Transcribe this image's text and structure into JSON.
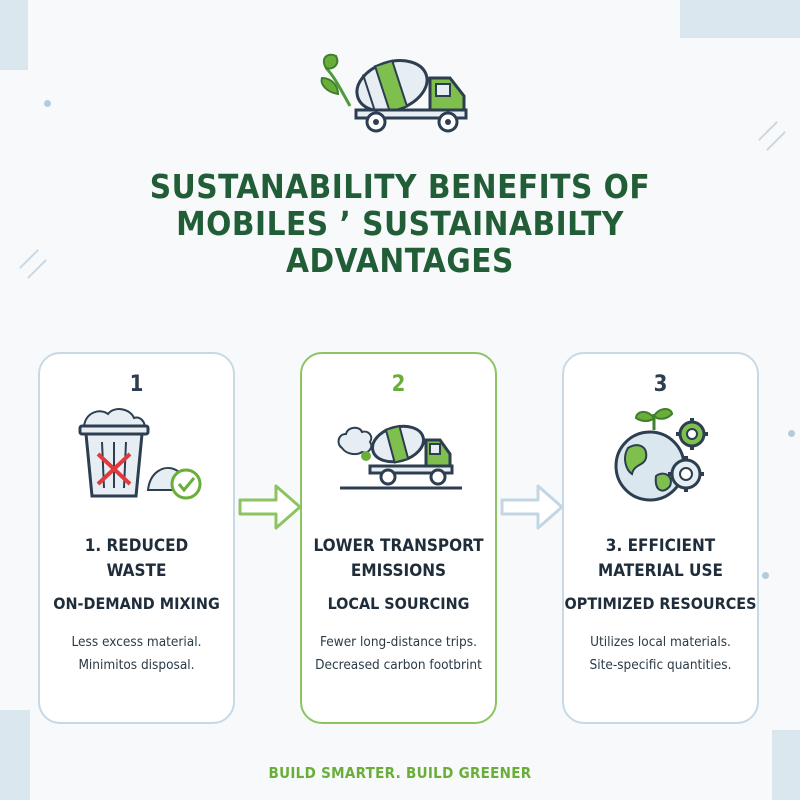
{
  "title": {
    "lines": [
      "SUSTANABILITY BENEFITS OF",
      "MOBILES ’ SUSTAINABILTY",
      "ADVANTAGES"
    ]
  },
  "cards": [
    {
      "number": "1",
      "heading_lines": [
        "1. REDUCED",
        "WASTE"
      ],
      "subheading": "ON-DEMAND MIXING",
      "description_lines": [
        "Less excess material.",
        "Minimitos disposal."
      ],
      "icon": "trash-bin-icon"
    },
    {
      "number": "2",
      "heading_lines": [
        "LOWER TRANSPORT",
        "EMISSIONS"
      ],
      "subheading": "LOCAL SOURCING",
      "description_lines": [
        "Fewer long-distance trips.",
        "Decreased carbon footbrint"
      ],
      "icon": "mixer-truck-icon"
    },
    {
      "number": "3",
      "heading_lines": [
        "3. EFFICIENT",
        "MATERIAL USE"
      ],
      "subheading": "OPTIMIZED RESOURCES",
      "description_lines": [
        "Utilizes local materials.",
        "Site-specific quantities."
      ],
      "icon": "globe-gears-icon"
    }
  ],
  "footer": "BUILD SMARTER. BUILD GREENER",
  "colors": {
    "dark_green": "#215d36",
    "green": "#6aae3a",
    "light_green": "#8cc462",
    "card_border": "#c8d9e6",
    "arrow_blue": "#c3d6e4"
  }
}
